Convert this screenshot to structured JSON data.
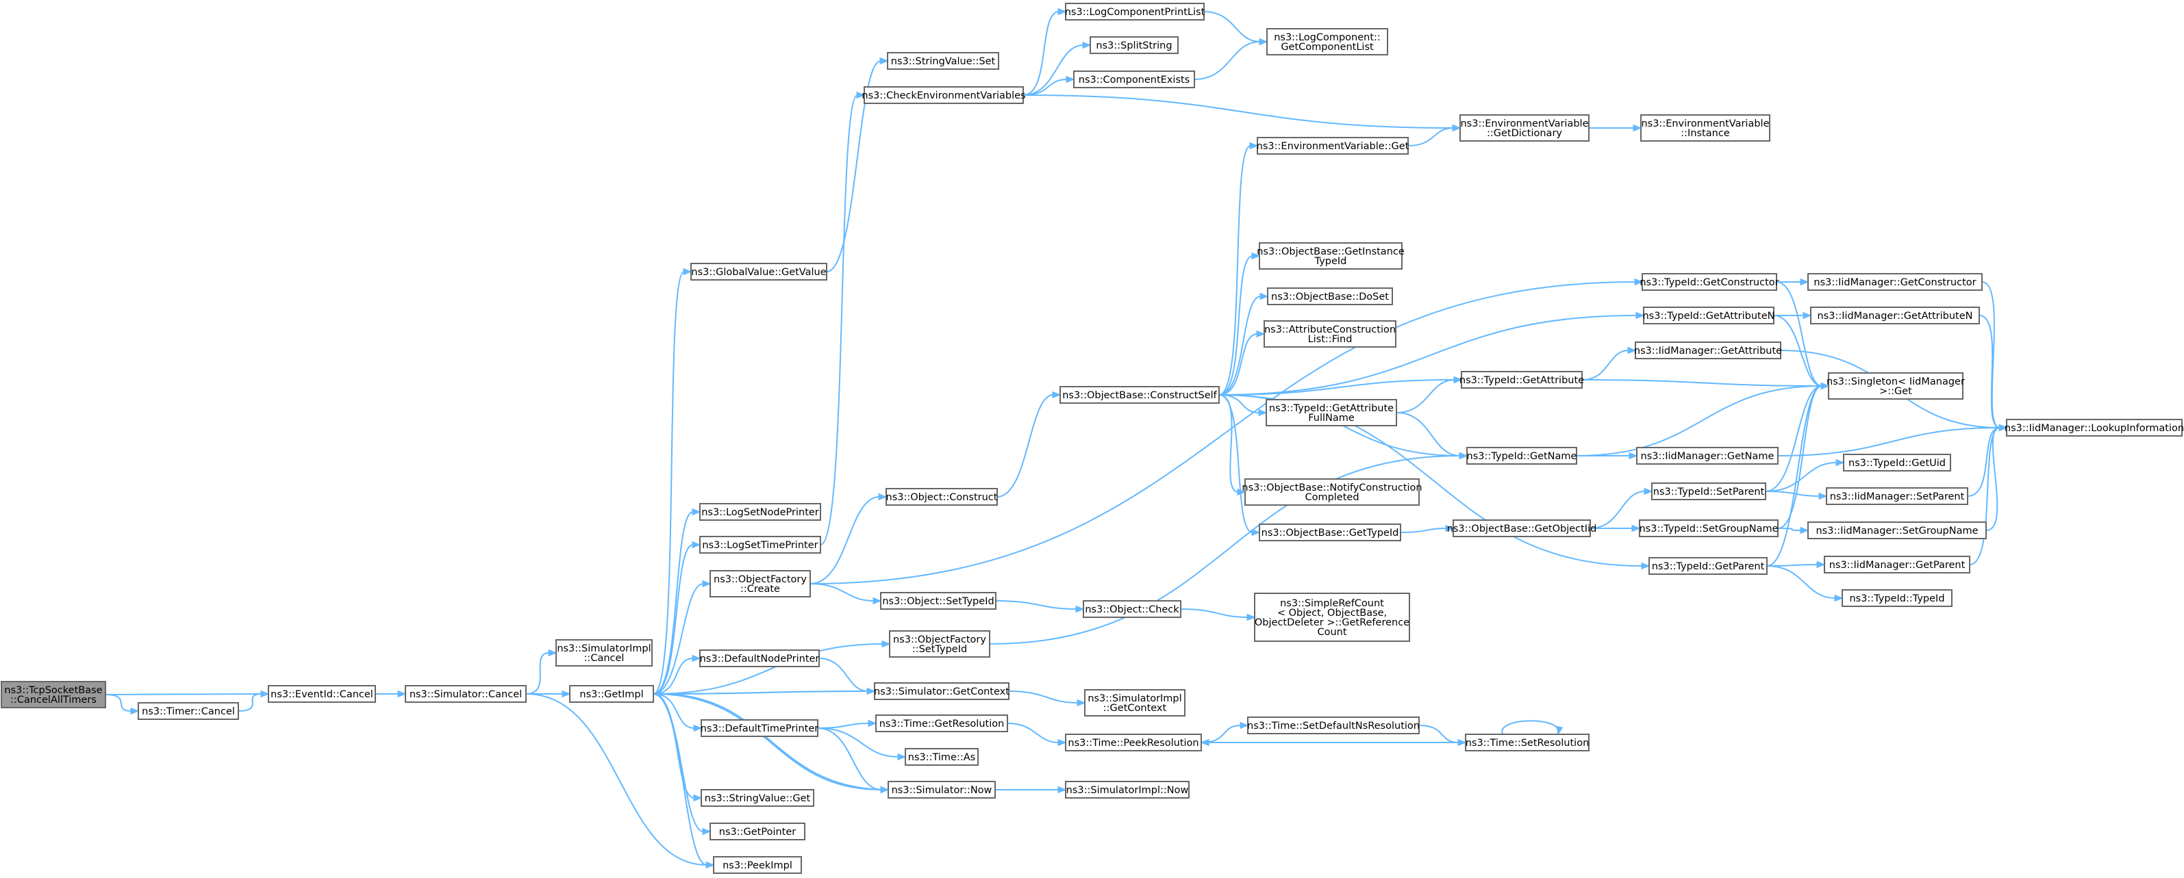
{
  "graph": {
    "title": "",
    "colors": {
      "edge": "#63b8ff",
      "node_border": "#666666",
      "node_fill": "#ffffff",
      "root_fill": "#999999"
    },
    "nodes": [
      {
        "id": "tcpcancel",
        "label": "ns3::TcpSocketBase\n::CancelAllTimers"
      },
      {
        "id": "timercancel",
        "label": "ns3::Timer::Cancel"
      },
      {
        "id": "eventcancel",
        "label": "ns3::EventId::Cancel"
      },
      {
        "id": "simcancel",
        "label": "ns3::Simulator::Cancel"
      },
      {
        "id": "simimplcancel",
        "label": "ns3::SimulatorImpl\n::Cancel"
      },
      {
        "id": "getimpl",
        "label": "ns3::GetImpl"
      },
      {
        "id": "peekimpl",
        "label": "ns3::PeekImpl"
      },
      {
        "id": "getpointer",
        "label": "ns3::GetPointer"
      },
      {
        "id": "strvalget",
        "label": "ns3::StringValue::Get"
      },
      {
        "id": "deftimeprinter",
        "label": "ns3::DefaultTimePrinter"
      },
      {
        "id": "defnodeprinter",
        "label": "ns3::DefaultNodePrinter"
      },
      {
        "id": "objfactcreate",
        "label": "ns3::ObjectFactory\n::Create"
      },
      {
        "id": "logsettime",
        "label": "ns3::LogSetTimePrinter"
      },
      {
        "id": "logsetnode",
        "label": "ns3::LogSetNodePrinter"
      },
      {
        "id": "globalvalue",
        "label": "ns3::GlobalValue::GetValue"
      },
      {
        "id": "strvalset",
        "label": "ns3::StringValue::Set"
      },
      {
        "id": "checkenv",
        "label": "ns3::CheckEnvironmentVariables"
      },
      {
        "id": "logcompprint",
        "label": "ns3::LogComponentPrintList"
      },
      {
        "id": "splitstring",
        "label": "ns3::SplitString"
      },
      {
        "id": "compexists",
        "label": "ns3::ComponentExists"
      },
      {
        "id": "getcomplist",
        "label": "ns3::LogComponent::\nGetComponentList"
      },
      {
        "id": "envget",
        "label": "ns3::EnvironmentVariable::Get"
      },
      {
        "id": "envgetdict",
        "label": "ns3::EnvironmentVariable\n::GetDictionary"
      },
      {
        "id": "envinstance",
        "label": "ns3::EnvironmentVariable\n::Instance"
      },
      {
        "id": "objfactsettypeid",
        "label": "ns3::ObjectFactory\n::SetTypeId"
      },
      {
        "id": "objconstruct",
        "label": "ns3::Object::Construct"
      },
      {
        "id": "objsettypeid",
        "label": "ns3::Object::SetTypeId"
      },
      {
        "id": "objcheck",
        "label": "ns3::Object::Check"
      },
      {
        "id": "simplerefcount",
        "label": "ns3::SimpleRefCount\n< Object, ObjectBase,\nObjectDeleter >::GetReference\nCount"
      },
      {
        "id": "constructself",
        "label": "ns3::ObjectBase::ConstructSelf"
      },
      {
        "id": "getinstancetypeid",
        "label": "ns3::ObjectBase::GetInstance\nTypeId"
      },
      {
        "id": "doset",
        "label": "ns3::ObjectBase::DoSet"
      },
      {
        "id": "attrconstfind",
        "label": "ns3::AttributeConstruction\nList::Find"
      },
      {
        "id": "getattrfullname",
        "label": "ns3::TypeId::GetAttribute\nFullName"
      },
      {
        "id": "notifyconstruction",
        "label": "ns3::ObjectBase::NotifyConstruction\nCompleted"
      },
      {
        "id": "obgettypeid",
        "label": "ns3::ObjectBase::GetTypeId"
      },
      {
        "id": "getobjectiid",
        "label": "ns3::ObjectBase::GetObjectIid"
      },
      {
        "id": "tidgetattr",
        "label": "ns3::TypeId::GetAttribute"
      },
      {
        "id": "tidgetname",
        "label": "ns3::TypeId::GetName"
      },
      {
        "id": "tidgetconstructor",
        "label": "ns3::TypeId::GetConstructor"
      },
      {
        "id": "tidgetattrn",
        "label": "ns3::TypeId::GetAttributeN"
      },
      {
        "id": "tidsetparent",
        "label": "ns3::TypeId::SetParent"
      },
      {
        "id": "tidsetgroupname",
        "label": "ns3::TypeId::SetGroupName"
      },
      {
        "id": "tidgetparent",
        "label": "ns3::TypeId::GetParent"
      },
      {
        "id": "iidgetattr",
        "label": "ns3::IidManager::GetAttribute"
      },
      {
        "id": "iidgetname",
        "label": "ns3::IidManager::GetName"
      },
      {
        "id": "singletonget",
        "label": "ns3::Singleton< IidManager\n>::Get"
      },
      {
        "id": "iidgetconstructor",
        "label": "ns3::IidManager::GetConstructor"
      },
      {
        "id": "iidgetattrn",
        "label": "ns3::IidManager::GetAttributeN"
      },
      {
        "id": "iidlookup",
        "label": "ns3::IidManager::LookupInformation"
      },
      {
        "id": "tidgetuid",
        "label": "ns3::TypeId::GetUid"
      },
      {
        "id": "iidsetparent",
        "label": "ns3::IidManager::SetParent"
      },
      {
        "id": "iidsetgroupname",
        "label": "ns3::IidManager::SetGroupName"
      },
      {
        "id": "iidgetparent",
        "label": "ns3::IidManager::GetParent"
      },
      {
        "id": "tidtypeid",
        "label": "ns3::TypeId::TypeId"
      },
      {
        "id": "simgetcontext",
        "label": "ns3::Simulator::GetContext"
      },
      {
        "id": "simimplgetcontext",
        "label": "ns3::SimulatorImpl\n::GetContext"
      },
      {
        "id": "timegetres",
        "label": "ns3::Time::GetResolution"
      },
      {
        "id": "timeas",
        "label": "ns3::Time::As"
      },
      {
        "id": "simnow",
        "label": "ns3::Simulator::Now"
      },
      {
        "id": "simimplnow",
        "label": "ns3::SimulatorImpl::Now"
      },
      {
        "id": "timepeekres",
        "label": "ns3::Time::PeekResolution"
      },
      {
        "id": "timesetdefaultns",
        "label": "ns3::Time::SetDefaultNsResolution"
      },
      {
        "id": "timesetres",
        "label": "ns3::Time::SetResolution"
      }
    ]
  }
}
